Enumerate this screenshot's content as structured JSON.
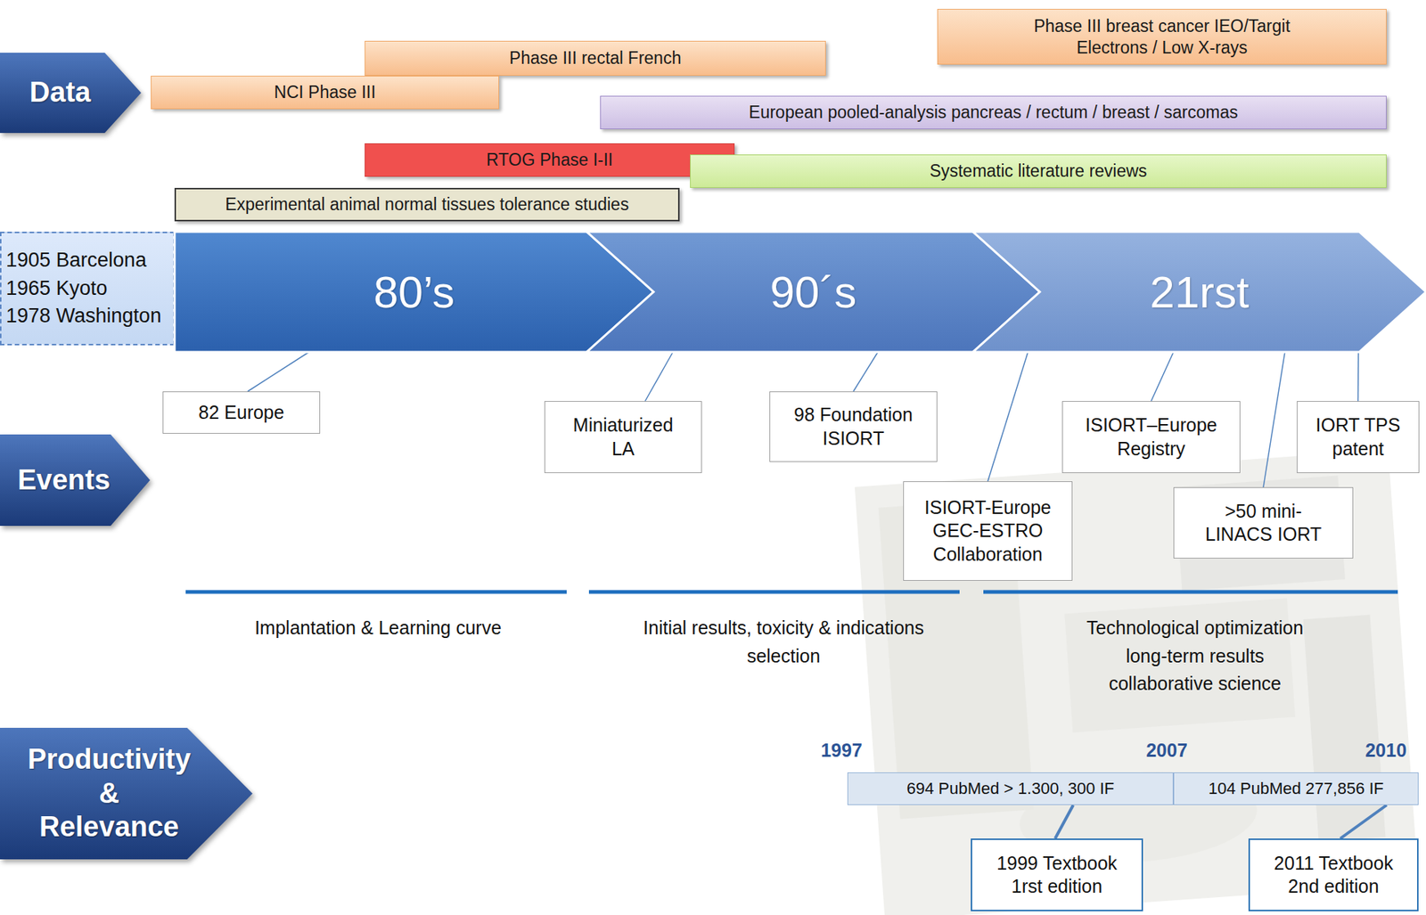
{
  "diagram": {
    "nodes": [
      {
        "text": [
          "Phase III breast cancer IEO/Targit Electrons / Low X-rays"
        ]
      },
      {
        "text": [
          "Phase III rectal French"
        ]
      },
      {
        "text": [
          "Data"
        ]
      },
      {
        "text": [
          "NCI Phase III"
        ]
      },
      {
        "text": [
          "European pooled-analysis pancreas / rectum / breast / sarcomas"
        ]
      },
      {
        "text": [
          "RTOG Phase I-II"
        ]
      },
      {
        "text": [
          "Systematic literature reviews"
        ]
      },
      {
        "text": [
          "Experimental animal normal tissues tolerance studies"
        ]
      },
      {
        "text": [
          "1905 Barcelona",
          "1965 Kyoto",
          "1978 Washington"
        ]
      },
      {
        "text": [
          "80’s"
        ]
      },
      {
        "text": [
          "90´s"
        ]
      },
      {
        "text": [
          "21rst"
        ]
      },
      {
        "text": [
          "82 Europe"
        ]
      },
      {
        "text": [
          "Miniaturized LA"
        ]
      },
      {
        "text": [
          "98 Foundation ISIORT"
        ]
      },
      {
        "text": [
          "ISIORT–Europe Registry"
        ]
      },
      {
        "text": [
          "IORT TPS patent"
        ]
      },
      {
        "text": [
          "Events"
        ]
      },
      {
        "text": [
          "ISIORT-Europe GEC-ESTRO Collaboration"
        ]
      },
      {
        "text": [
          ">50 mini-LINACS IORT"
        ]
      },
      {
        "text": [
          "Productivity & Relevance"
        ]
      },
      {
        "text": [
          "694 PubMed > 1.300, 300 IF"
        ]
      },
      {
        "text": [
          "104 PubMed 277,856 IF"
        ]
      },
      {
        "text": [
          "1999 Textbook 1rst edition"
        ]
      },
      {
        "text": [
          "2011 Textbook 2nd edition"
        ]
      }
    ],
    "edges": [
      {
        "from": 12,
        "to": 9,
        "arrow": "none"
      },
      {
        "from": 13,
        "to": 10,
        "arrow": "none"
      },
      {
        "from": 14,
        "to": 10,
        "arrow": "none"
      },
      {
        "from": 18,
        "to": 11,
        "arrow": "none"
      },
      {
        "from": 15,
        "to": 11,
        "arrow": "none"
      },
      {
        "from": 19,
        "to": 11,
        "arrow": "none"
      },
      {
        "from": 16,
        "to": 11,
        "arrow": "none"
      },
      {
        "from": 23,
        "to": 21,
        "arrow": "none"
      },
      {
        "from": 24,
        "to": 22,
        "arrow": "none"
      }
    ],
    "labels": [
      "Implantation & Learning curve",
      "Initial results, toxicity & indications selection",
      "Technological optimization long-term results collaborative science",
      "1997",
      "2007",
      "2010"
    ]
  }
}
